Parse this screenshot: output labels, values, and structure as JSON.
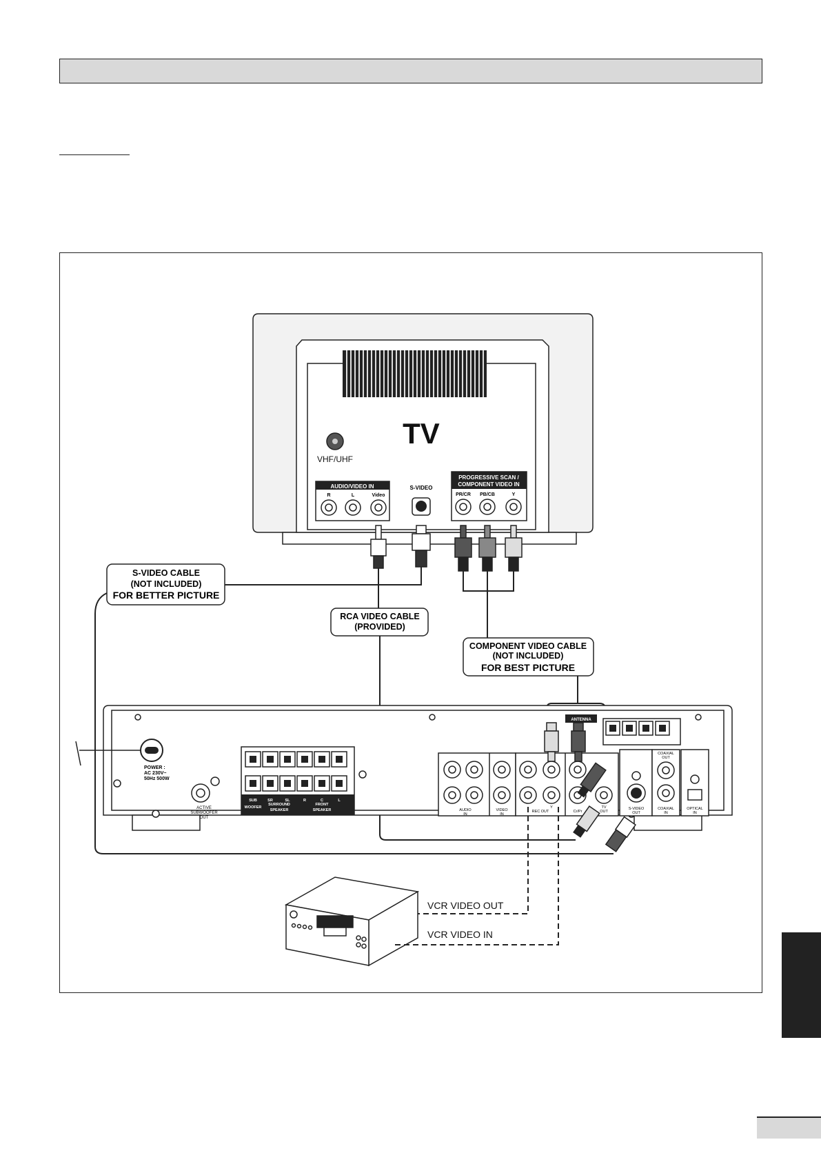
{
  "tv": {
    "title": "TV",
    "vhf_uhf": "VHF/UHF",
    "audio_video_in": "AUDIO/VIDEO IN",
    "r": "R",
    "l": "L",
    "video": "Video",
    "s_video": "S-VIDEO",
    "progressive_line1": "PROGRESSIVE SCAN /",
    "progressive_line2": "COMPONENT VIDEO IN",
    "pr_cr": "PR/CR",
    "pb_cb": "PB/CB",
    "y": "Y"
  },
  "callouts": {
    "svideo_line1": "S-VIDEO CABLE",
    "svideo_line2": "(NOT INCLUDED)",
    "svideo_line3": "FOR BETTER PICTURE",
    "rca_line1": "RCA VIDEO CABLE",
    "rca_line2": "(PROVIDED)",
    "component_line1": "COMPONENT VIDEO CABLE",
    "component_line2": "(NOT INCLUDED)",
    "component_line3": "FOR BEST PICTURE"
  },
  "receiver": {
    "power_line1": "POWER :",
    "power_line2": "AC 230V~",
    "power_line3": "50Hz 500W",
    "active_sub_line1": "ACTIVE",
    "active_sub_line2": "SUBWOOFER",
    "active_sub_line3": "OUT",
    "sub": "SUB",
    "woofer": "WOOFER",
    "sr": "SR",
    "sl": "SL",
    "surround": "SURROUND",
    "speaker": "SPEAKER",
    "r": "R",
    "c": "C",
    "l": "L",
    "front": "FRONT",
    "antenna": "ANTENNA",
    "audio": "AUDIO",
    "in": "IN",
    "video": "VIDEO",
    "rec_out": "REC OUT",
    "y": "Y",
    "cr_pr": "Cr/Pr",
    "tv_out_line1": "TV",
    "tv_out_line2": "OUT",
    "svideo_out_line1": "S-VIDEO",
    "svideo_out_line2": "OUT",
    "coaxial": "COAXIAL",
    "out": "OUT",
    "optical": "OPTICAL"
  },
  "vcr": {
    "out_label": "VCR VIDEO OUT",
    "in_label": "VCR VIDEO IN"
  }
}
